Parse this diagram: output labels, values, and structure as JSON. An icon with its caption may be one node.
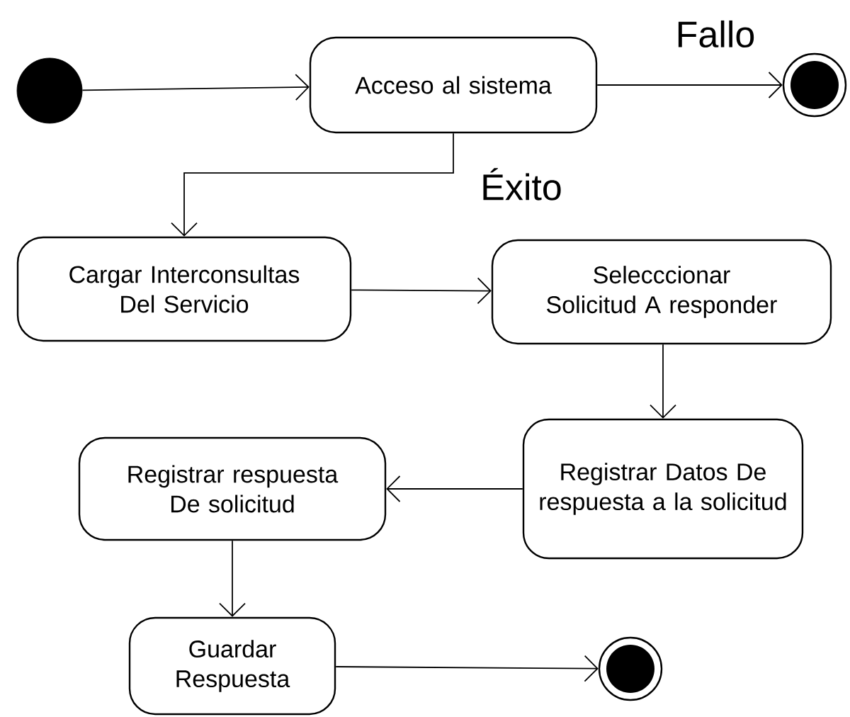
{
  "diagram": {
    "nodes": [
      {
        "text": [],
        "shape": "circle"
      },
      {
        "text": [
          "Acceso al sistema"
        ]
      },
      {
        "text": [],
        "shape": "bullseye"
      },
      {
        "text": [
          "Cargar Interconsultas Del Servicio"
        ]
      },
      {
        "text": [
          "Selecccionar Solicitud A responder"
        ]
      },
      {
        "text": [
          "Registrar Datos De respuesta a la solicitud"
        ]
      },
      {
        "text": [
          "Registrar respuesta De solicitud"
        ]
      },
      {
        "text": [
          "Guardar Respuesta"
        ]
      },
      {
        "text": [],
        "shape": "bullseye"
      }
    ],
    "edges": [
      {
        "from": 0,
        "to": 1,
        "arrow": "to"
      },
      {
        "from": 1,
        "to": 2,
        "arrow": "to",
        "label": "Fallo"
      },
      {
        "from": 1,
        "to": 3,
        "arrow": "to",
        "label": "Éxito"
      },
      {
        "from": 3,
        "to": 4,
        "arrow": "to"
      },
      {
        "from": 4,
        "to": 5,
        "arrow": "to"
      },
      {
        "from": 5,
        "to": 6,
        "arrow": "to"
      },
      {
        "from": 6,
        "to": 7,
        "arrow": "to"
      },
      {
        "from": 7,
        "to": 8,
        "arrow": "to"
      }
    ]
  }
}
